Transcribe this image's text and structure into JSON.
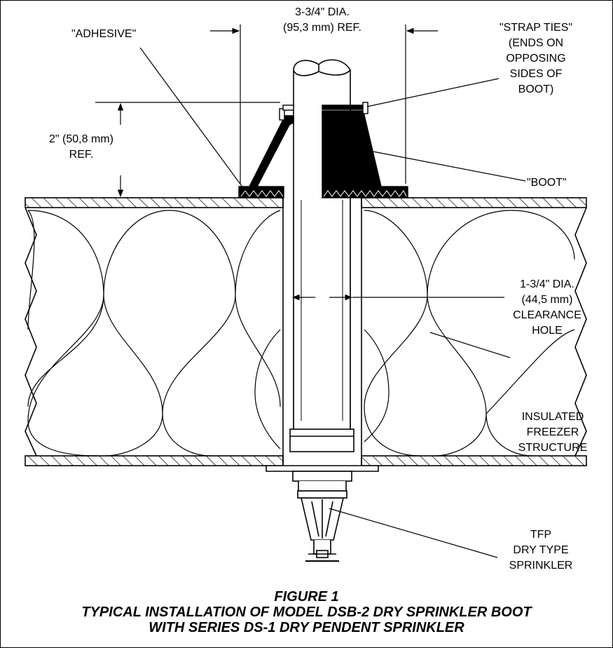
{
  "labels": {
    "adhesive": "\"ADHESIVE\"",
    "diameter_top": [
      "3-3/4\" DIA.",
      "(95,3 mm) REF."
    ],
    "strap_ties": [
      "\"STRAP TIES\"",
      "(ENDS ON",
      "OPPOSING",
      "SIDES OF",
      "BOOT)"
    ],
    "height": [
      "2\" (50,8 mm)",
      "REF."
    ],
    "boot": "\"BOOT\"",
    "clearance": [
      "1-3/4\" DIA.",
      "(44,5 mm)",
      "CLEARANCE",
      "HOLE"
    ],
    "insulated": [
      "INSULATED",
      "FREEZER",
      "STRUCTURE"
    ],
    "sprinkler": [
      "TFP",
      "DRY TYPE",
      "SPRINKLER"
    ]
  },
  "caption": {
    "figure": "FIGURE 1",
    "line1": "TYPICAL INSTALLATION OF MODEL DSB-2 DRY SPRINKLER BOOT",
    "line2": "WITH SERIES DS-1 DRY PENDENT SPRINKLER"
  },
  "colors": {
    "line": "#000000",
    "background": "#ffffff"
  }
}
